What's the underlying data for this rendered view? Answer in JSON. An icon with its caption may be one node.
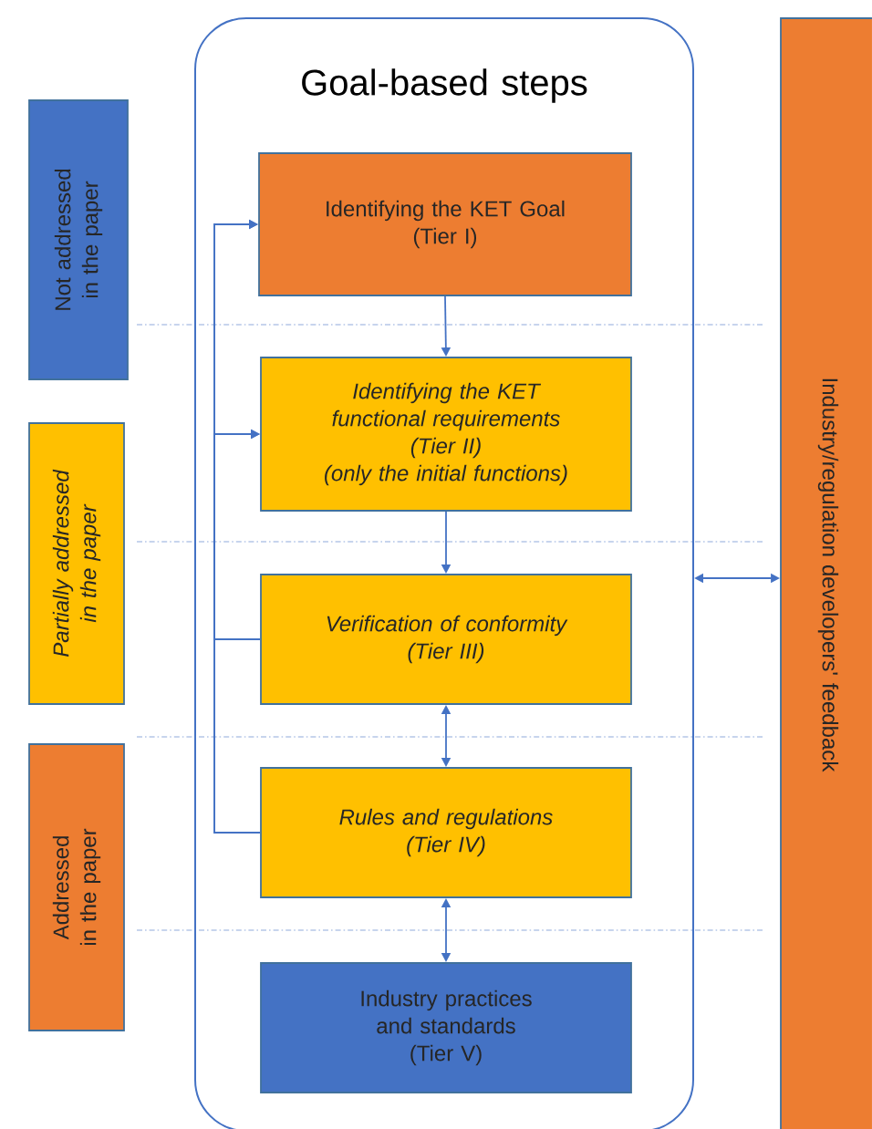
{
  "diagram": {
    "nodes": [
      {
        "text": [
          "Not addressed in the paper"
        ]
      },
      {
        "text": [
          "Partially addressed in the paper"
        ]
      },
      {
        "text": [
          "Addressed in the paper"
        ]
      },
      {
        "text": [
          "Goal-based steps"
        ]
      },
      {
        "text": [
          "Identifying the KET Goal",
          "(Tier I)"
        ],
        "in": 3
      },
      {
        "text": [
          "Identifying the KET functional requirements",
          "(Tier II)",
          "(only the initial functions)"
        ],
        "in": 3
      },
      {
        "text": [
          "Verification of conformity",
          "(Tier III)"
        ],
        "in": 3
      },
      {
        "text": [
          "Rules and regulations",
          "(Tier IV)"
        ],
        "in": 3
      },
      {
        "text": [
          "Industry practices and standards",
          "(Tier V)"
        ],
        "in": 3
      },
      {
        "text": [
          "Industry/regulation developers' feedback"
        ]
      }
    ],
    "edges": [
      {
        "from": 4,
        "to": 5,
        "arrow": "to"
      },
      {
        "from": 5,
        "to": 6,
        "arrow": "to"
      },
      {
        "from": 6,
        "to": 7,
        "arrow": "both"
      },
      {
        "from": 7,
        "to": 8,
        "arrow": "both"
      },
      {
        "from": 6,
        "to": 4,
        "arrow": "to"
      },
      {
        "from": 6,
        "to": 5,
        "arrow": "to"
      },
      {
        "from": 7,
        "to": 4,
        "arrow": "to"
      },
      {
        "from": 7,
        "to": 5,
        "arrow": "to"
      },
      {
        "from": 3,
        "to": 9,
        "arrow": "both"
      }
    ]
  }
}
